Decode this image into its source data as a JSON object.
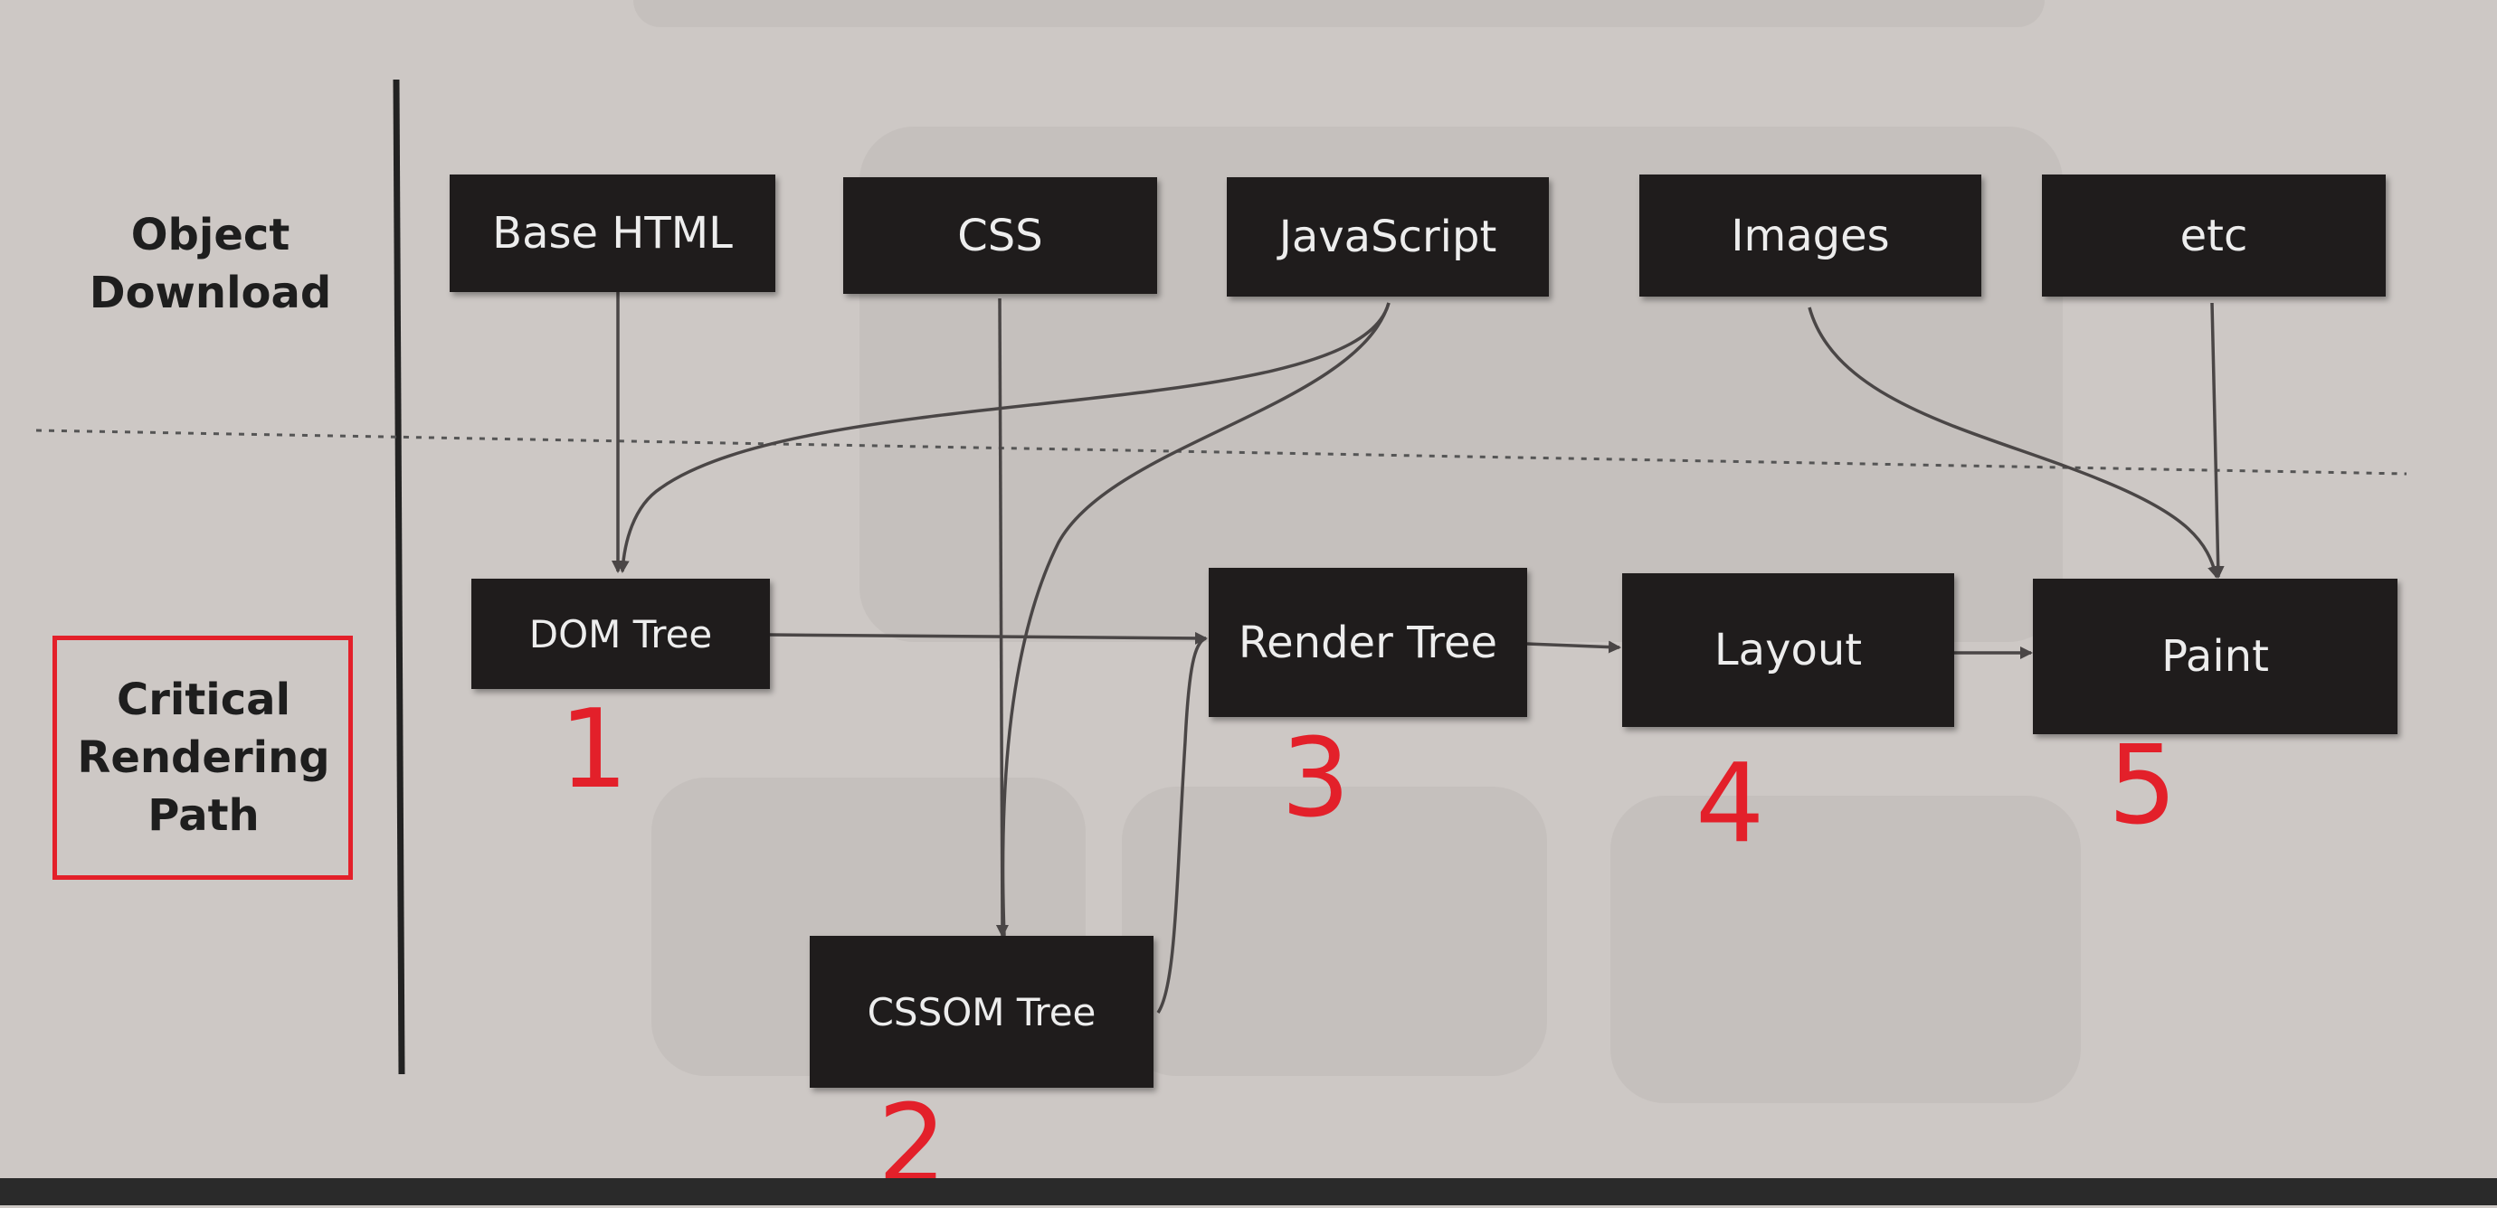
{
  "lanes": {
    "object_download": "Object\nDownload",
    "critical_rendering_path": "Critical\nRendering\nPath"
  },
  "resources": {
    "base_html": "Base HTML",
    "css": "CSS",
    "javascript": "JavaScript",
    "images": "Images",
    "etc": "etc"
  },
  "pipeline": {
    "dom_tree": "DOM Tree",
    "cssom_tree": "CSSOM Tree",
    "render_tree": "Render Tree",
    "layout": "Layout",
    "paint": "Paint"
  },
  "step_numbers": {
    "dom_tree": "1",
    "cssom_tree": "2",
    "render_tree": "3",
    "layout": "4",
    "paint": "5"
  },
  "colors": {
    "highlight": "#e3202a",
    "box": "#1f1c1c",
    "background": "#cdc8c5"
  }
}
